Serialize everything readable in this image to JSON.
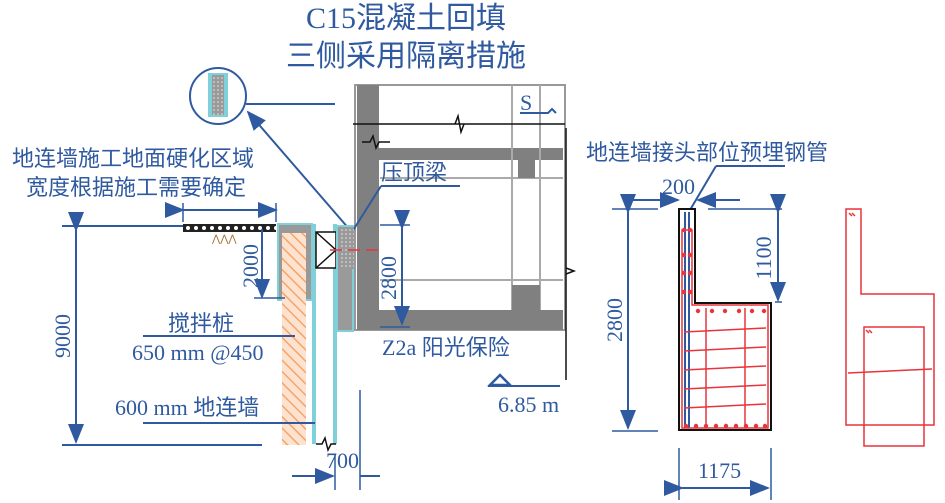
{
  "colors": {
    "annotation": "#2f5aa0",
    "structure_gray": "#808080",
    "light_gray": "#b4b4b4",
    "waterproof_cyan": "#7fd0d8",
    "pile_hatch": "#f5b183",
    "rebar_red": "#e8343a",
    "outline_black": "#1a1a1a"
  },
  "title": {
    "line1": "C15混凝土回填",
    "line2": "三侧采用隔离措施"
  },
  "left_section": {
    "hardened_area_note": {
      "line1": "地连墙施工地面硬化区域",
      "line2": "宽度根据施工需要确定"
    },
    "cap_beam_label": "压顶梁",
    "mixing_pile_label": "搅拌桩",
    "mixing_pile_spec": "650 mm @450",
    "diaphragm_wall_label": "600 mm 地连墙",
    "building_label": "Z2a 阳光保险",
    "elevation_value": "6.85 m",
    "section_mark": "S",
    "dimensions": {
      "total_depth": "9000",
      "pile_top_depth": "2000",
      "cap_beam_depth": "2800",
      "gap_width": "700"
    }
  },
  "right_section": {
    "pipe_label": "地连墙接头部位预埋钢管",
    "dimensions": {
      "top_width": "200",
      "upper_height": "1100",
      "total_height": "2800",
      "bottom_width": "1175"
    }
  }
}
